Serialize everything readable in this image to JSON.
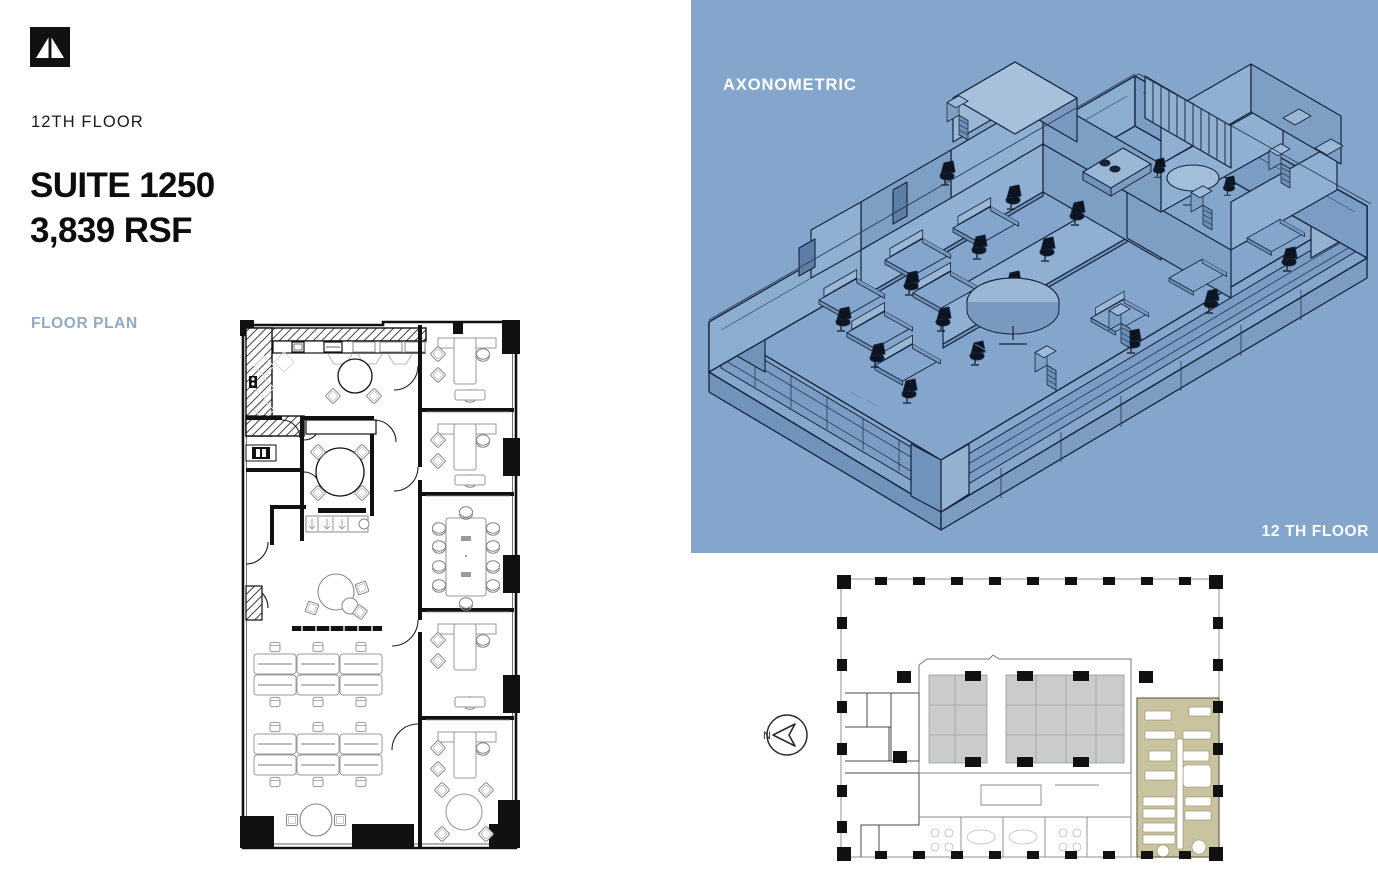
{
  "document": {
    "type": "commercial-real-estate-floor-plan-sheet",
    "brand_logo_name": "triangle-peak-logo"
  },
  "left_panel": {
    "eyebrow": "12TH FLOOR",
    "title_line_1": "SUITE 1250",
    "title_line_2": "3,839 RSF",
    "section_label": "FLOOR PLAN",
    "accent_color": "#8FAAC9"
  },
  "axonometric": {
    "title": "AXONOMETRIC",
    "floor_label": "12 TH FLOOR",
    "background_color": "#84A6CC",
    "line_color": "#16233a",
    "text_color": "#ffffff"
  },
  "key_plan": {
    "north_label": "N",
    "highlight_color": "#C9C3A0",
    "core_color": "#c9cbcc",
    "column_color": "#111111"
  },
  "floor_plan": {
    "wall_color": "#111111",
    "furniture_color": "#8a8a8a",
    "rooms": [
      {
        "name": "pantry",
        "label": ""
      },
      {
        "name": "conference-room",
        "label": ""
      },
      {
        "name": "open-workstations",
        "label": ""
      },
      {
        "name": "private-office",
        "label": ""
      },
      {
        "name": "reception",
        "label": ""
      }
    ]
  }
}
